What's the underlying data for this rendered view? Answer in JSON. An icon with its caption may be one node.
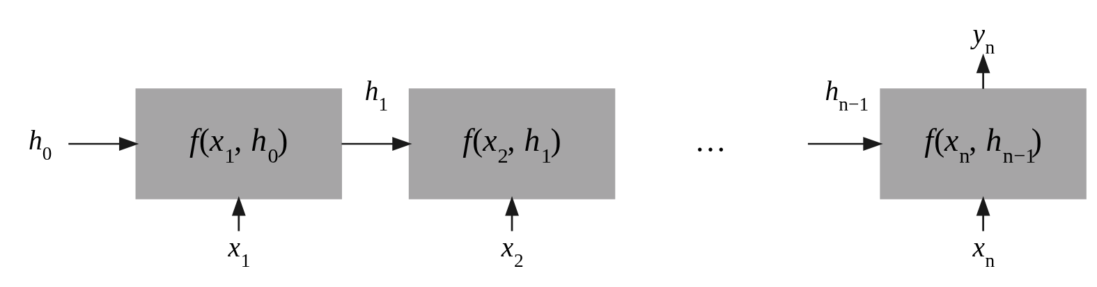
{
  "diagram": {
    "nodes": [
      {
        "text": [
          "*h*$_{0}$"
        ]
      },
      {
        "text": [
          "*f*(*x*$_{1}$, *h*$_{0}$)"
        ]
      },
      {
        "text": [
          "*x*$_{1}$"
        ]
      },
      {
        "text": [
          "*f*(*x*$_{2}$, *h*$_{1}$)"
        ]
      },
      {
        "text": [
          "*x*$_{2}$"
        ]
      },
      {
        "text": [
          "*f*(*x*$_{n}$, *h*$_{n−1}$)"
        ]
      },
      {
        "text": [
          "*x*$_{n}$"
        ]
      },
      {
        "text": [
          "*y*$_{n}$"
        ]
      }
    ],
    "edges": [
      {
        "from": 0,
        "to": 1,
        "arrow": "to"
      },
      {
        "from": 2,
        "to": 1,
        "arrow": "to"
      },
      {
        "from": 1,
        "to": 3,
        "arrow": "to",
        "label": "*h*$_{1}$"
      },
      {
        "from": 4,
        "to": 3,
        "arrow": "to"
      },
      {
        "from": null,
        "to": 5,
        "arrow": "to",
        "label": "*h*$_{n−1}$"
      },
      {
        "from": 6,
        "to": 5,
        "arrow": "to"
      },
      {
        "from": 5,
        "to": 7,
        "arrow": "to"
      }
    ],
    "labels": [
      "…"
    ]
  }
}
